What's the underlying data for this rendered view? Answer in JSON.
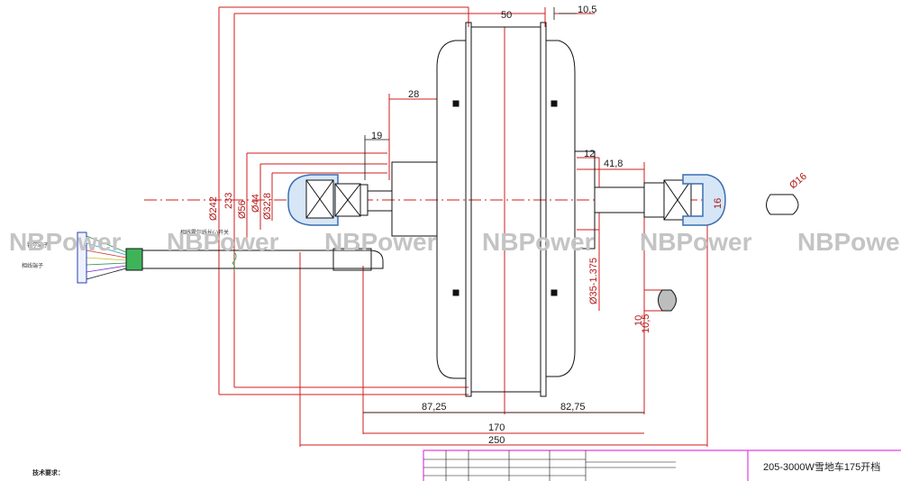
{
  "dimensions": {
    "width_50": "50",
    "offset_10_5": "10,5",
    "depth_28": "28",
    "depth_19": "19",
    "offset_12": "12",
    "shaft_41_8": "41,8",
    "dia_242": "Ø242",
    "dia_233": "233",
    "dia_56": "Ø56",
    "dia_44": "Ø44",
    "dia_32_8": "Ø32,8",
    "dia_35_1375": "Ø35-1.375",
    "flat_16": "16",
    "dia_16": "Ø16",
    "flat_10": "10",
    "flat_10_5": "10,5",
    "left_87_25": "87,25",
    "right_82_75": "82,75",
    "total_170": "170",
    "total_250": "250"
  },
  "watermarks": [
    "NBPower",
    "NBPower",
    "NBPower",
    "NBPower",
    "NBPower",
    "NBPower"
  ],
  "connector_labels": {
    "hall_terminal": "霍尔端子",
    "phase_terminal": "相线端子",
    "cable_note": "相线霍尔线长(-)开关"
  },
  "title_block": {
    "model": "205-3000W雪地车175开档"
  },
  "footer_note": "技术要求："
}
